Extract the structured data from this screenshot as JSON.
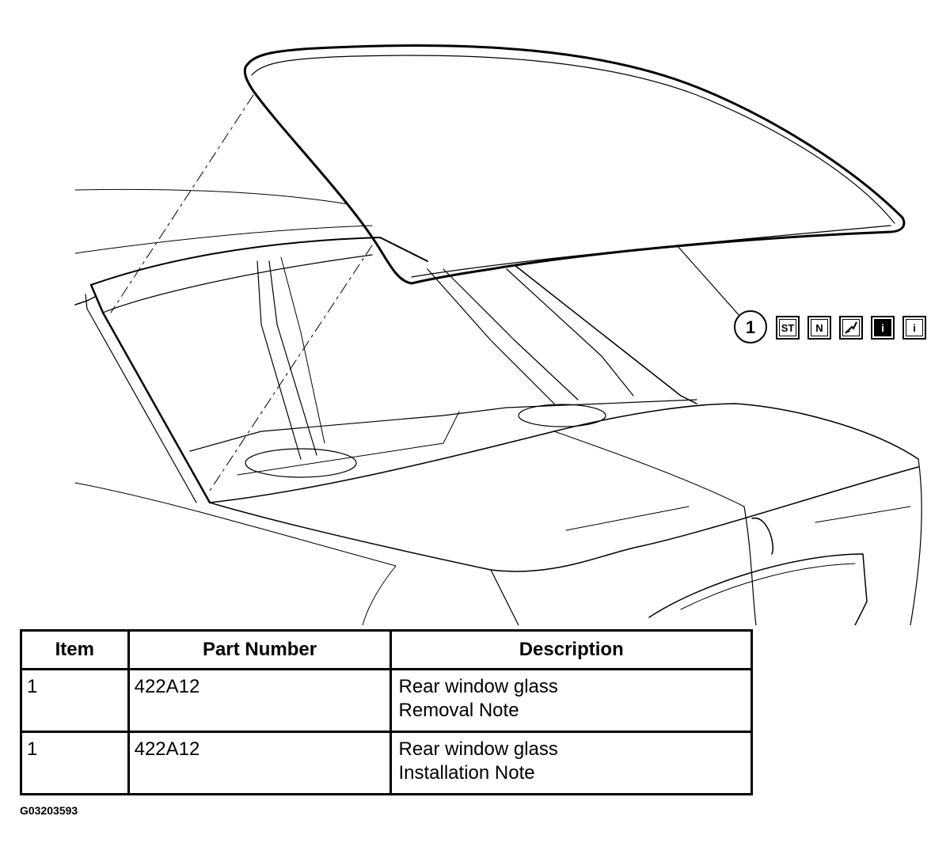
{
  "callout": {
    "number": "1"
  },
  "symbols": [
    {
      "icon": "special-tool-icon",
      "text": "ST",
      "filled": false
    },
    {
      "icon": "new-part-icon",
      "text": "N",
      "filled": false
    },
    {
      "icon": "adhesive-sealant-icon",
      "text": "",
      "filled": false
    },
    {
      "icon": "information-filled-icon",
      "text": "i",
      "filled": true
    },
    {
      "icon": "information-icon",
      "text": "i",
      "filled": false
    }
  ],
  "table": {
    "headers": [
      "Item",
      "Part Number",
      "Description"
    ],
    "rows": [
      {
        "item": "1",
        "part_number": "422A12",
        "description_line1": "Rear window glass",
        "description_line2": "Removal Note"
      },
      {
        "item": "1",
        "part_number": "422A12",
        "description_line1": "Rear window glass",
        "description_line2": "Installation Note"
      }
    ]
  },
  "figure_id": "G03203593"
}
